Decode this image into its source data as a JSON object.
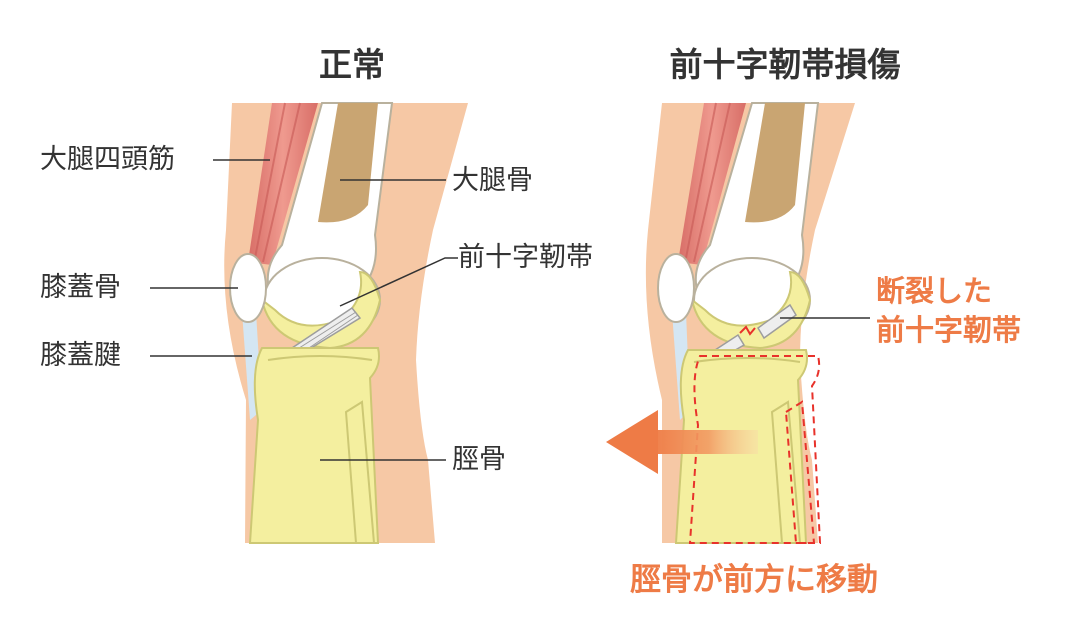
{
  "titles": {
    "normal": "正常",
    "injury": "前十字靭帯損傷"
  },
  "labels": {
    "quadriceps": "大腿四頭筋",
    "femur": "大腿骨",
    "acl": "前十字靭帯",
    "patella": "膝蓋骨",
    "patellar_tendon": "膝蓋腱",
    "tibia": "脛骨"
  },
  "injury_notes": {
    "ruptured_line1": "断裂した",
    "ruptured_line2": "前十字靭帯",
    "tibia_shift": "脛骨が前方に移動"
  },
  "colors": {
    "skin": "#f6c8a5",
    "muscle": "#e58c82",
    "bone_white": "#ffffff",
    "marrow": "#c9a572",
    "cartilage_yellow": "#f4ef9f",
    "accent_orange": "#ee7b46",
    "dashed_red": "#e8322b",
    "tendon_blue": "#d4e6f3",
    "line_gray": "#333333"
  }
}
